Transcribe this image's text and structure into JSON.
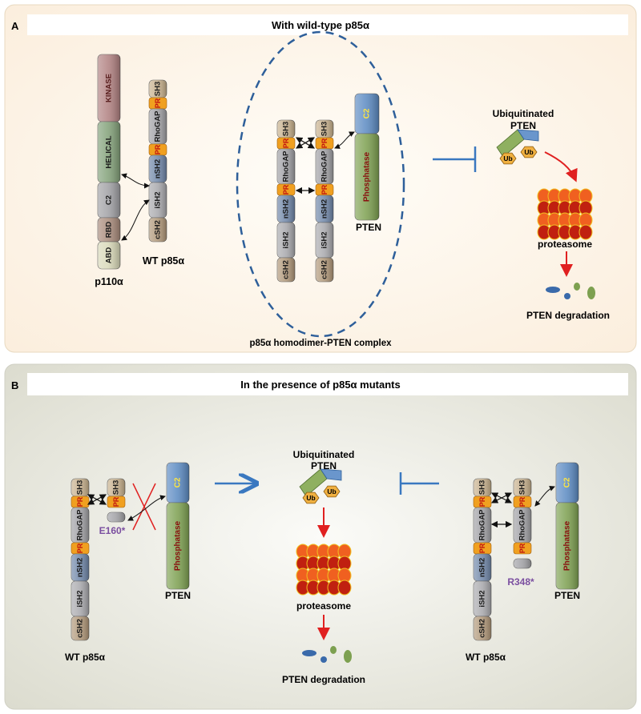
{
  "panel_a": {
    "letter": "A",
    "title": "With wild-type  p85α",
    "p110_domains": [
      "KINASE",
      "HELICAL",
      "C2",
      "RBD",
      "ABD"
    ],
    "p110_label": "p110α",
    "p85_domains": [
      "SH3",
      "PR",
      "RhoGAP",
      "PR",
      "nSH2",
      "iSH2",
      "cSH2"
    ],
    "wt_p85_label": "WT p85α",
    "pten_domains": [
      "C2",
      "Phosphatase"
    ],
    "pten_label": "PTEN",
    "complex_label": "p85α homodimer-PTEN complex",
    "ubiquitinated_label": "Ubiquitinated\nPTEN",
    "ub_label": "Ub",
    "proteasome_label": "proteasome",
    "degradation_label": "PTEN degradation"
  },
  "panel_b": {
    "letter": "B",
    "title": "In the presence  of  p85α mutants",
    "mutant_left": "E160*",
    "mutant_right": "R348*",
    "wt_p85_label": "WT p85α",
    "pten_label": "PTEN",
    "ubiquitinated_label": "Ubiquitinated\nPTEN",
    "ub_label": "Ub",
    "proteasome_label": "proteasome",
    "degradation_label": "PTEN degradation"
  },
  "colors": {
    "panel_a_bg": "#fbf1e1",
    "panel_b_bg": "#e6e6dc",
    "sh3": "#c7b08c",
    "pr": "#f0a020",
    "pr_text": "#c01010",
    "rhogap": "#a0a0a4",
    "nsh2": "#6f86a8",
    "ish2": "#a9a9ad",
    "csh2": "#b09778",
    "kinase": "#b08080",
    "helical": "#82a078",
    "c2_p110": "#a0a0a4",
    "rbd": "#a88a7a",
    "abd": "#d8d8b8",
    "pten_c2": "#5b8ac2",
    "pten_phosphatase": "#7da050",
    "arrow_red": "#e02020",
    "inhibit_blue": "#3a78c0",
    "dash_blue": "#2e5f9a",
    "mutant_label": "#7b4fa0"
  }
}
